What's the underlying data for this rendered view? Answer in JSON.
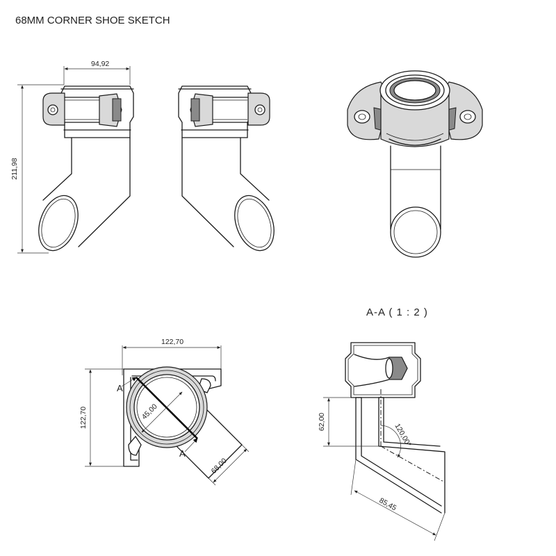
{
  "title": "68MM CORNER SHOE SKETCH",
  "section_title": "A-A ( 1 : 2 )",
  "dimensions": {
    "front_width": "94,92",
    "front_height": "211,98",
    "plan_width": "122,70",
    "plan_height": "122,70",
    "plan_angle": "45,00",
    "plan_outlet": "68,00",
    "section_height": "62,00",
    "section_angle": "120,00°",
    "section_length": "85,45"
  },
  "section_marks": {
    "a_top": "A",
    "a_bottom": "A"
  }
}
